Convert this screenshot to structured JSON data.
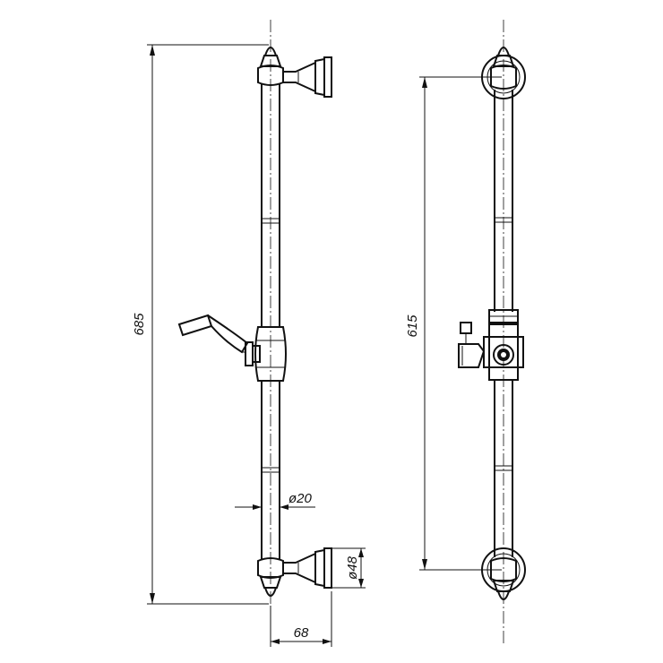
{
  "drawing": {
    "dimensions": {
      "total_height": "685",
      "bracket_span": "615",
      "rail_diameter": "ø20",
      "bracket_diameter": "ø48",
      "wall_offset": "68"
    }
  }
}
